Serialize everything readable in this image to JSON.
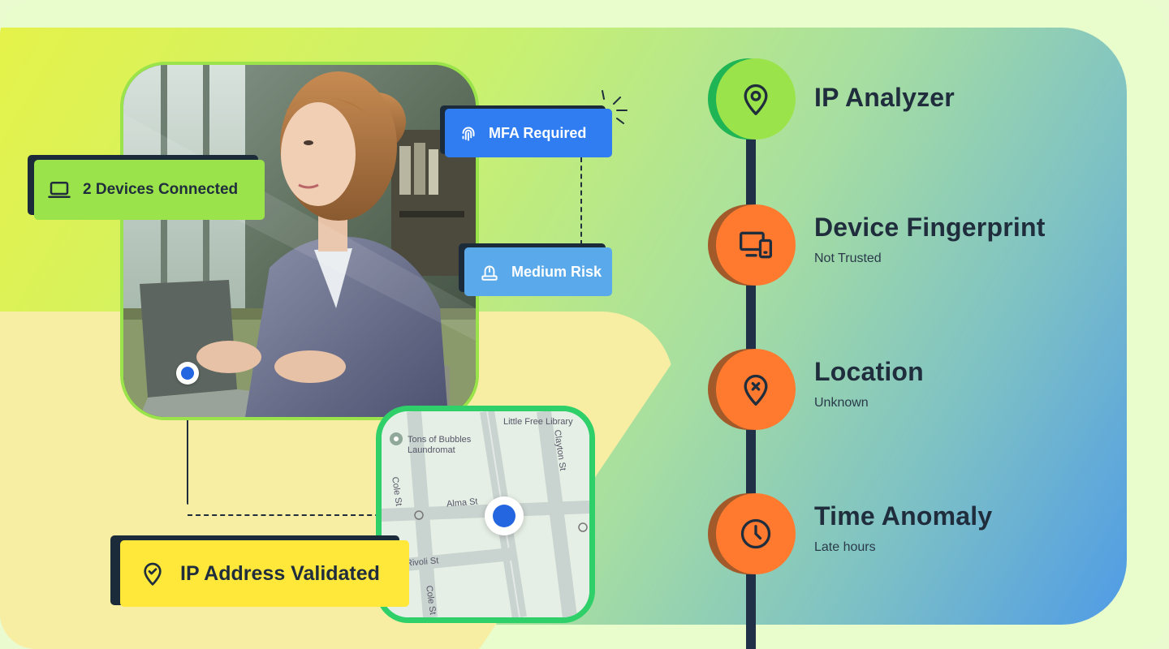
{
  "badges": {
    "devices": "2 Devices Connected",
    "mfa": "MFA Required",
    "risk": "Medium Risk",
    "ip_validated": "IP Address Validated"
  },
  "map": {
    "labels": [
      "Little Free Library",
      "Tons of Bubbles",
      "Laundromat",
      "Cole St",
      "Clayton St",
      "Alma St",
      "Rivoli St",
      "Cole St"
    ]
  },
  "timeline": [
    {
      "title": "IP Analyzer",
      "subtitle": "",
      "icon": "location-pin-icon",
      "color": "#9be34a"
    },
    {
      "title": "Device Fingerprint",
      "subtitle": "Not Trusted",
      "icon": "devices-icon",
      "color": "#ff7a2f"
    },
    {
      "title": "Location",
      "subtitle": "Unknown",
      "icon": "location-x-icon",
      "color": "#ff7a2f"
    },
    {
      "title": "Time Anomaly",
      "subtitle": "Late hours",
      "icon": "clock-icon",
      "color": "#ff7a2f"
    }
  ],
  "colors": {
    "green_accent": "#9be34a",
    "orange_accent": "#ff7a2f",
    "blue_badge": "#2f7df0",
    "light_blue_badge": "#5aa9ea",
    "yellow_badge": "#ffe83a",
    "navy": "#1f3047"
  }
}
